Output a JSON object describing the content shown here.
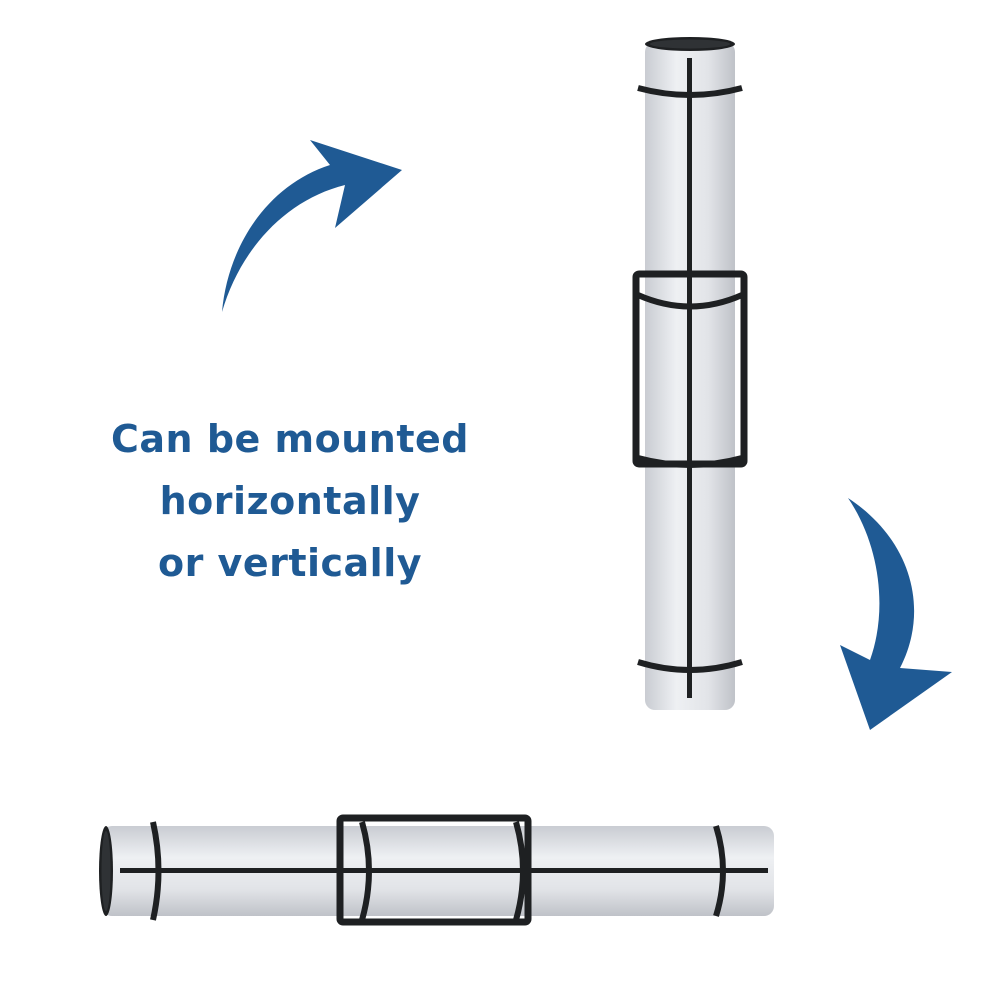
{
  "caption": {
    "lines": [
      "Can be mounted",
      "horizontally",
      "or vertically"
    ]
  },
  "colors": {
    "arrow": "#1f5a94",
    "text": "#1f5a94",
    "diffuser": "#e4e6ea",
    "diffuser_shade": "#c9ccd2",
    "metal": "#1e2022"
  },
  "icons": {
    "up_arrow": "curved-arrow-up-right-icon",
    "down_arrow": "curved-arrow-down-icon"
  }
}
